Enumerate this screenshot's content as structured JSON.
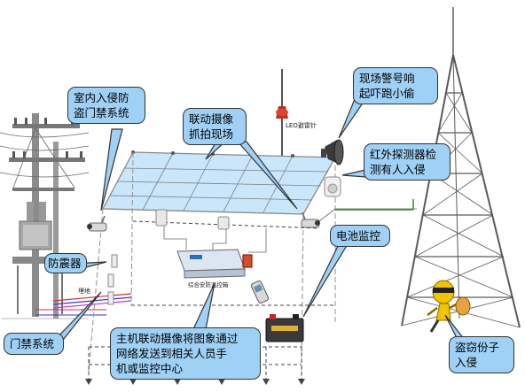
{
  "labels": {
    "indoor_intrusion": [
      "室内入侵防",
      "盗门禁系统"
    ],
    "linked_camera": [
      "联动摄像",
      "抓拍现场"
    ],
    "alarm_horn": [
      "现场警号响",
      "起吓跑小偷"
    ],
    "infrared_detector": [
      "红外探测器检",
      "测有人入侵"
    ],
    "battery_monitor": "电池监控",
    "seismic_detector": "防震器",
    "access_control": "门禁系统",
    "host_linkage": [
      "主机联动摄像将图象通过",
      "网络发送到相关人员手",
      "机或监控中心"
    ],
    "intruder": [
      "盗窃份子",
      "入侵"
    ]
  },
  "small_text": {
    "lightning_rod": "LEO避雷针",
    "controller_box": "综合安防监控箱",
    "ground": "埋地"
  },
  "colors": {
    "callout_fill": "#9fd0f5",
    "callout_border": "#333333",
    "roof_fill": "#c9e6fb",
    "frame": "#8a8a8a",
    "ground_line": "#2e8b2e",
    "dashed": "#444444"
  },
  "icons": [
    "utility-pole-icon",
    "lattice-tower-icon",
    "camera-icon",
    "siren-icon",
    "infrared-detector-icon",
    "battery-icon",
    "controller-box-icon",
    "mobile-phone-icon",
    "intruder-figure-icon",
    "lightning-rod-icon"
  ]
}
